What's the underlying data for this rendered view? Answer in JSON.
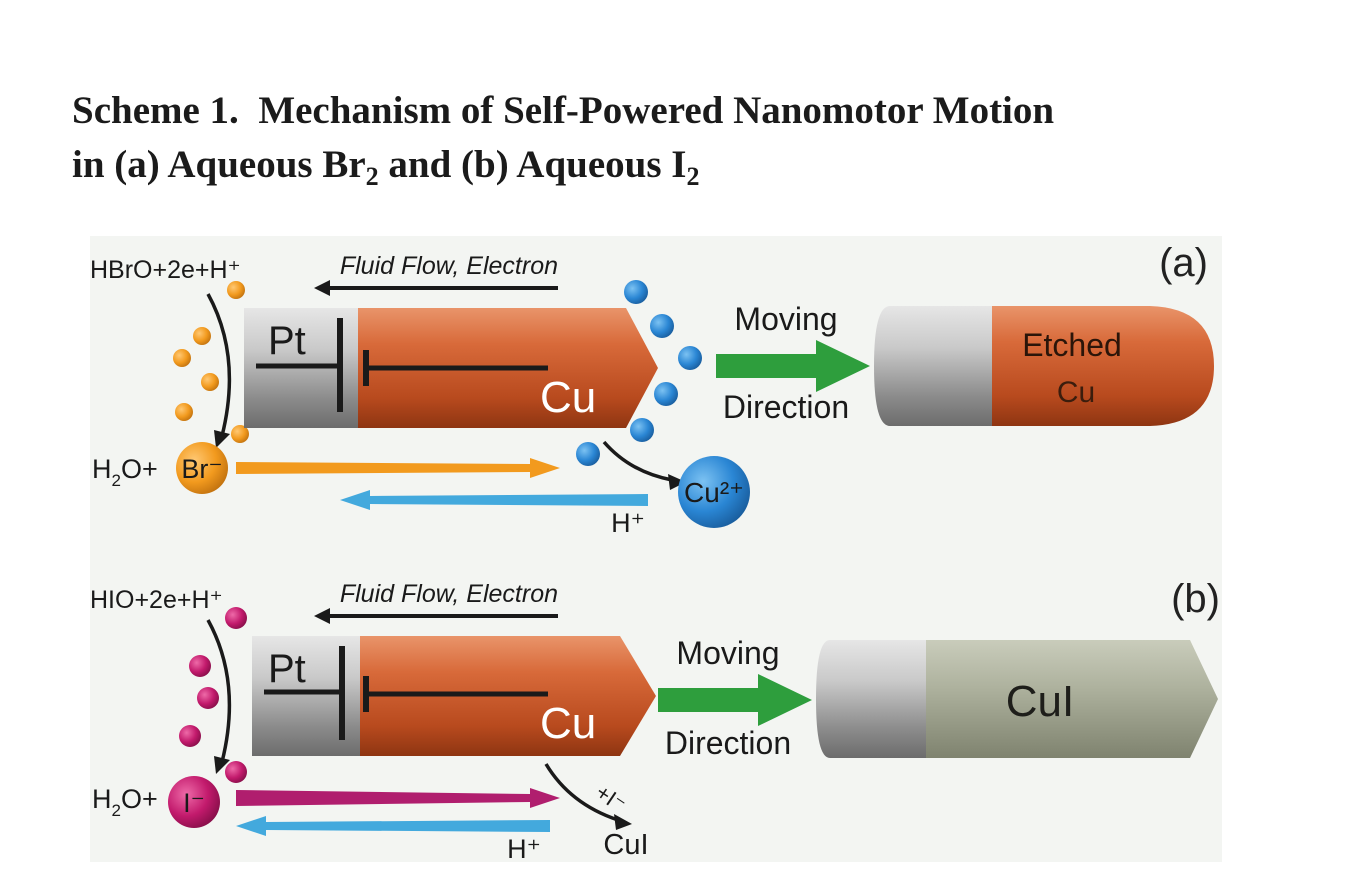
{
  "caption": {
    "label": "Scheme 1.",
    "line1": "Mechanism of Self-Powered Nanomotor Motion",
    "line2_pre": "in (a) Aqueous Br",
    "line2_sub1": "2",
    "line2_mid": " and (b) Aqueous I",
    "line2_sub2": "2"
  },
  "panel_a": {
    "label": "(a)",
    "reaction_top": "HBrO+2e+H⁺",
    "flow_label": "Fluid Flow, Electron",
    "rod_pt": "Pt",
    "rod_cu": "Cu",
    "product_left_h2o": "H",
    "product_left_sub": "2",
    "product_left_o": "O+",
    "product_left_ion": "Br⁻",
    "proton": "H⁺",
    "cu_ion": "Cu²⁺",
    "moving": "Moving",
    "direction": "Direction",
    "etched_line1": "Etched",
    "etched_line2": "Cu"
  },
  "panel_b": {
    "label": "(b)",
    "reaction_top": "HIO+2e+H⁺",
    "flow_label": "Fluid Flow, Electron",
    "rod_pt": "Pt",
    "rod_cu": "Cu",
    "product_left_h2o": "H",
    "product_left_sub": "2",
    "product_left_o": "O+",
    "product_left_ion": "I⁻",
    "proton": "H⁺",
    "reagent": "+I⁻",
    "cui": "CuI",
    "moving": "Moving",
    "direction": "Direction",
    "cui_rod": "CuI"
  },
  "colors": {
    "copper": "#c8552a",
    "platinum": "#a9a9a9",
    "bromide_orange": "#f29a1e",
    "iodide_magenta": "#c21a6c",
    "proton_blue": "#43a9dd",
    "cu_ion_blue": "#2a86d4",
    "moving_green": "#2e9e3d",
    "cui_grey": "#a7ab98"
  }
}
